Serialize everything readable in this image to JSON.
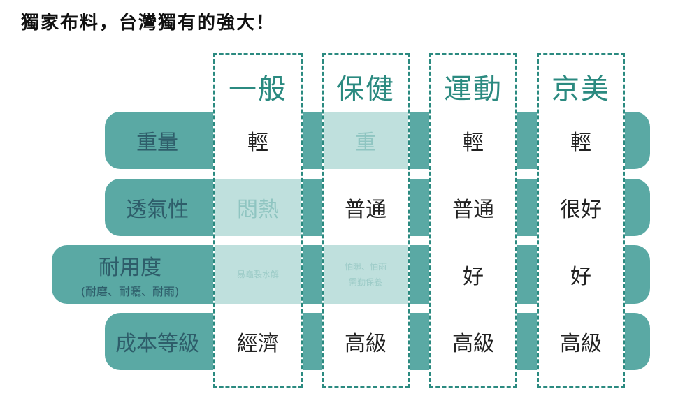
{
  "title": "獨家布料，台灣獨有的強大！",
  "columns": [
    {
      "head": "一般"
    },
    {
      "head": "保健"
    },
    {
      "head": "運動"
    },
    {
      "head": "京美"
    }
  ],
  "rows": [
    {
      "label": "重量",
      "sub": ""
    },
    {
      "label": "透氣性",
      "sub": ""
    },
    {
      "label": "耐用度",
      "sub": "(耐磨、耐曬、耐雨)"
    },
    {
      "label": "成本等級",
      "sub": ""
    }
  ],
  "cells": {
    "general": {
      "weight": "輕",
      "breath": "悶熱",
      "durability": "易龜裂水解",
      "cost": "經濟"
    },
    "health": {
      "weight": "重",
      "breath": "普通",
      "durability_l1": "怕曬、怕雨",
      "durability_l2": "需勤保養",
      "cost": "高級"
    },
    "sport": {
      "weight": "輕",
      "breath": "普通",
      "durability": "好",
      "cost": "高級"
    },
    "jingmei": {
      "weight": "輕",
      "breath": "很好",
      "durability": "好",
      "cost": "高級"
    }
  },
  "colors": {
    "accent": "#2b8a80",
    "band": "#5aa9a4",
    "label": "#2e5d6a"
  }
}
